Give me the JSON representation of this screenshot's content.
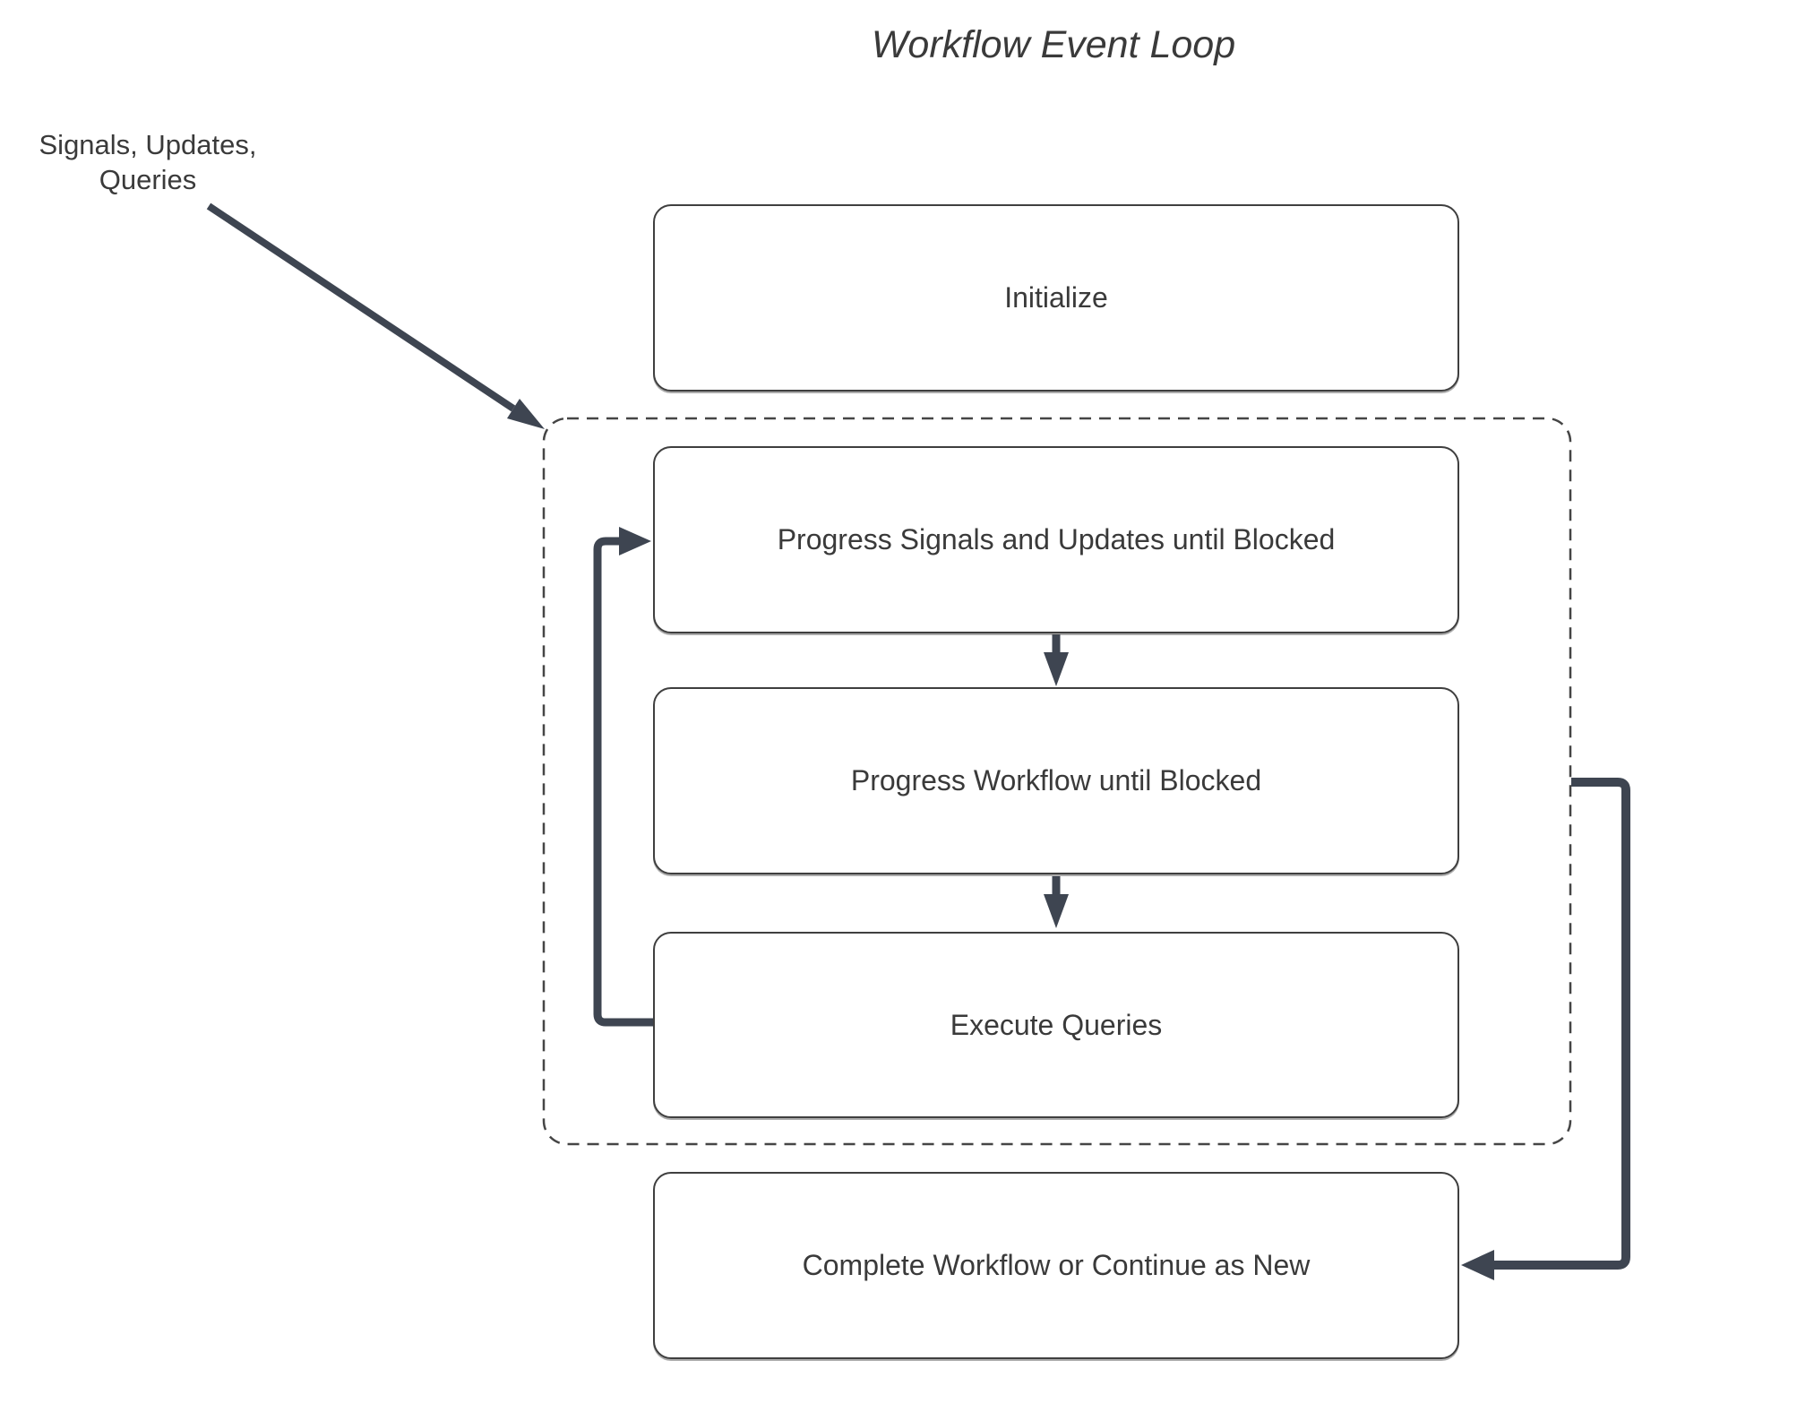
{
  "title": "Workflow Event Loop",
  "colors": {
    "line": "#3e4551",
    "box_border": "#3f3f3f",
    "text": "#3a3a3a",
    "background": "#ffffff",
    "dashed_border": "#454545"
  },
  "annotation": {
    "line1": "Signals, Updates,",
    "line2": "Queries"
  },
  "nodes": [
    {
      "id": "initialize",
      "label": "Initialize"
    },
    {
      "id": "progress-signals",
      "label": "Progress Signals and Updates until Blocked"
    },
    {
      "id": "progress-workflow",
      "label": "Progress Workflow until Blocked"
    },
    {
      "id": "execute-queries",
      "label": "Execute Queries"
    },
    {
      "id": "complete",
      "label": "Complete Workflow or Continue as New"
    }
  ],
  "group": {
    "id": "event-loop-group",
    "style": "dashed",
    "contains": [
      "progress-signals",
      "progress-workflow",
      "execute-queries"
    ]
  },
  "edges": [
    {
      "from": "annotation",
      "to": "event-loop-group",
      "type": "diagonal-arrow"
    },
    {
      "from": "progress-signals",
      "to": "progress-workflow",
      "type": "down-arrow"
    },
    {
      "from": "progress-workflow",
      "to": "execute-queries",
      "type": "down-arrow"
    },
    {
      "from": "execute-queries",
      "to": "progress-signals",
      "type": "loop-back-left"
    },
    {
      "from": "event-loop-group",
      "to": "complete",
      "type": "exit-right"
    }
  ]
}
